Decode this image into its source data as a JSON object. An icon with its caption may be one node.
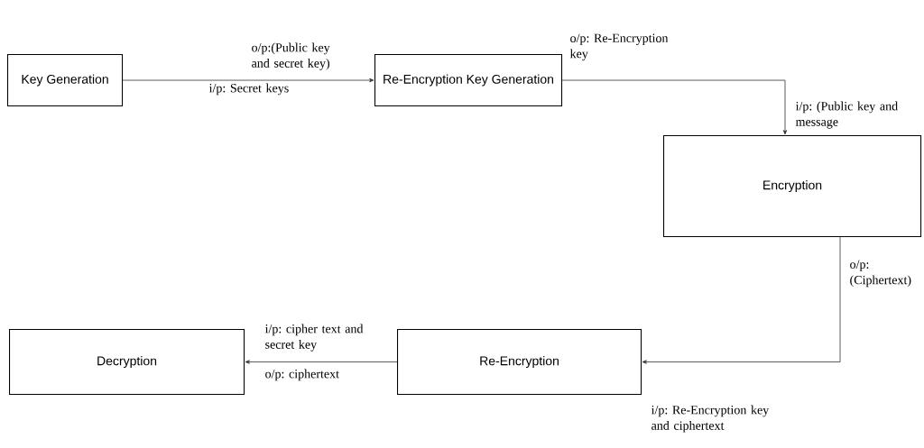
{
  "diagram": {
    "nodes": [
      {
        "text": [
          "Key Generation"
        ]
      },
      {
        "text": [
          "Re-Encryption Key Generation"
        ]
      },
      {
        "text": [
          "Encryption"
        ]
      },
      {
        "text": [
          "Re-Encryption"
        ]
      },
      {
        "text": [
          "Decryption"
        ]
      }
    ],
    "edges": [
      {
        "from": 0,
        "to": 1,
        "arrow": "to",
        "label": "o/p:(Public key and secret key)"
      },
      {
        "from": 1,
        "to": 2,
        "arrow": "to",
        "label": "o/p: Re-Encryption key"
      },
      {
        "from": 2,
        "to": 3,
        "arrow": "to",
        "label": "o/p: (Ciphertext)"
      },
      {
        "from": 3,
        "to": 4,
        "arrow": "to",
        "label": "i/p: cipher text and secret key"
      }
    ],
    "labels": [
      "i/p: Secret keys",
      "i/p: (Public key and message",
      "i/p: Re-Encryption key and ciphertext",
      "o/p: ciphertext"
    ]
  }
}
